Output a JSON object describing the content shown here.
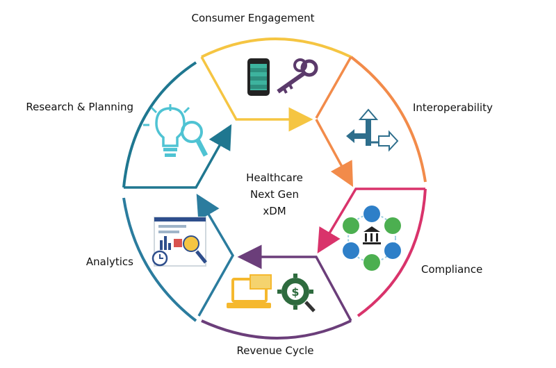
{
  "diagram": {
    "center_lines": [
      "Healthcare",
      "Next Gen",
      "xDM"
    ],
    "segments": [
      {
        "label": "Consumer Engagement",
        "color": "#F5C542",
        "icon": "phone-and-keys-icon"
      },
      {
        "label": "Interoperability",
        "color": "#F28B4A",
        "icon": "direction-arrows-icon"
      },
      {
        "label": "Compliance",
        "color": "#D9336B",
        "icon": "compliance-network-icon"
      },
      {
        "label": "Revenue Cycle",
        "color": "#6B3E7A",
        "icon": "laptop-and-gear-icon"
      },
      {
        "label": "Analytics",
        "color": "#2B7C9E",
        "icon": "analytics-dashboard-icon"
      },
      {
        "label": "Research & Planning",
        "color": "#1F7790",
        "icon": "lightbulb-search-icon"
      }
    ]
  }
}
